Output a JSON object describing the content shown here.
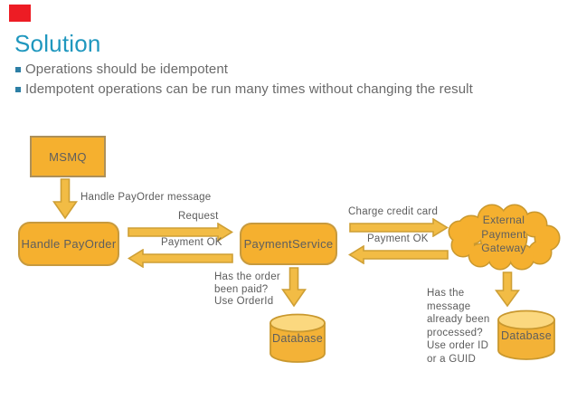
{
  "slide": {
    "marker_color": "#ED1C24",
    "title": "Solution",
    "title_color": "#1F97BE",
    "bullets": [
      "Operations should be idempotent",
      "Idempotent operations can be run many times without changing the result"
    ]
  },
  "diagram": {
    "nodes": {
      "msmq": "MSMQ",
      "handle_payorder": "Handle PayOrder",
      "payment_service": "PaymentService",
      "external_gateway": "External\nPayment\nGateway",
      "database_left": "Database",
      "database_right": "Database"
    },
    "labels": {
      "handle_payorder_message": "Handle PayOrder message",
      "request": "Request",
      "payment_ok_left": "Payment OK",
      "charge_credit_card": "Charge credit card",
      "payment_ok_right": "Payment OK",
      "has_order_question": "Has the order\nbeen paid?\nUse OrderId",
      "has_message_question": "Has the\nmessage\nalready been\nprocessed?\nUse order ID\nor a GUID"
    },
    "colors": {
      "shape_fill": "#F5B02F",
      "rect_border": "#AD9059",
      "rounded_border": "#C79A3E",
      "arrow_fill": "#F2BC45",
      "arrow_border": "#CE9F35",
      "cylinder_top_fill": "#FBD87F",
      "cylinder_border": "#C9982E",
      "shape_text": "#5E5E5E"
    }
  }
}
